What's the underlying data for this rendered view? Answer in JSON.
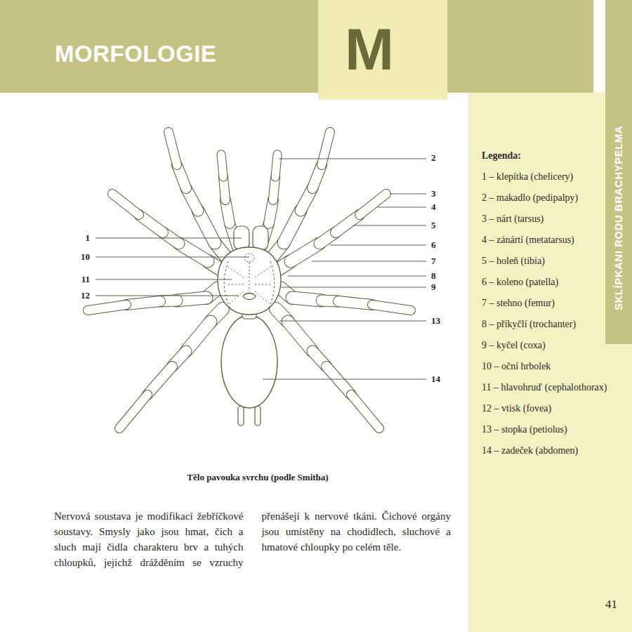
{
  "diagram": {
    "title": "MORFOLOGIE",
    "caption": "Tělo pavouka svrchu (podle Smitha)",
    "labels": [
      "M",
      "SKLÍPKANI RODU BRACHYPELMA",
      "2",
      "3",
      "4",
      "1",
      "5",
      "10",
      "6",
      "7",
      "11",
      "8",
      "9",
      "12",
      "13",
      "14",
      "Legenda:",
      "Nervová soustava je modifikací žebříčkové soustavy. Smysly jako jsou hmat, čich a sluch mají čidla charakteru brv a tuhých chloupků, jejichž drážděním se vzruchy přenášejí k nervové tkáni. Čichové orgány jsou umístěny na chodidlech, sluchové a hmatové chloupky po celém těle.",
      "41"
    ],
    "legend": [
      {
        "text": "1 – klepítka (chelicery)"
      },
      {
        "text": "2 – makadlo (pedipalpy)"
      },
      {
        "text": "3 – nárt (tarsus)"
      },
      {
        "text": "4 – zánártí (metatarsus)"
      },
      {
        "text": "5 – holeň (tibia)"
      },
      {
        "text": "6 – koleno (patella)"
      },
      {
        "text": "7 – stehno (femur)"
      },
      {
        "text": "8 – příkyčlí (trochanter)"
      },
      {
        "text": "9 – kyčel (coxa)"
      },
      {
        "text": "10 – oční hrbolek"
      },
      {
        "text": "11 – hlavohruď (cephalothorax)"
      },
      {
        "text": "12 – vtisk (fovea)"
      },
      {
        "text": "13 – stopka (petiolus)"
      },
      {
        "text": "14 – zadeček (abdomen)"
      }
    ]
  }
}
